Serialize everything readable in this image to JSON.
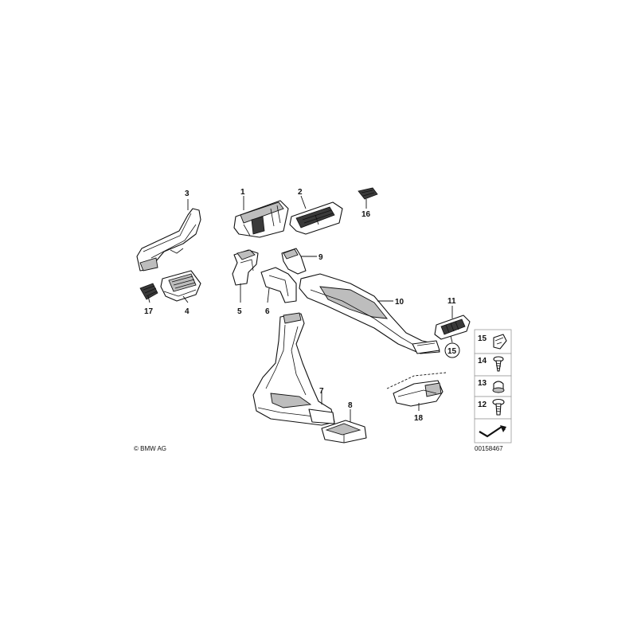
{
  "copyright": "© BMW AG",
  "diagram_number": "00158467",
  "callouts": {
    "p1": "1",
    "p2": "2",
    "p3": "3",
    "p4": "4",
    "p5": "5",
    "p6": "6",
    "p7": "7",
    "p8": "8",
    "p9": "9",
    "p10": "10",
    "p11": "11",
    "p15_circled": "15",
    "p16": "16",
    "p17": "17",
    "p18": "18"
  },
  "legend": {
    "items": [
      {
        "label": "15",
        "icon": "clip-icon"
      },
      {
        "label": "14",
        "icon": "screw-icon"
      },
      {
        "label": "13",
        "icon": "grommet-icon"
      },
      {
        "label": "12",
        "icon": "bolt-icon"
      }
    ],
    "footer_icon": "arrow-symbol-icon"
  },
  "colors": {
    "line": "#111111",
    "shade": "#bdbdbd",
    "dark": "#3a3a3a",
    "legend_border": "#9a9a9a"
  }
}
